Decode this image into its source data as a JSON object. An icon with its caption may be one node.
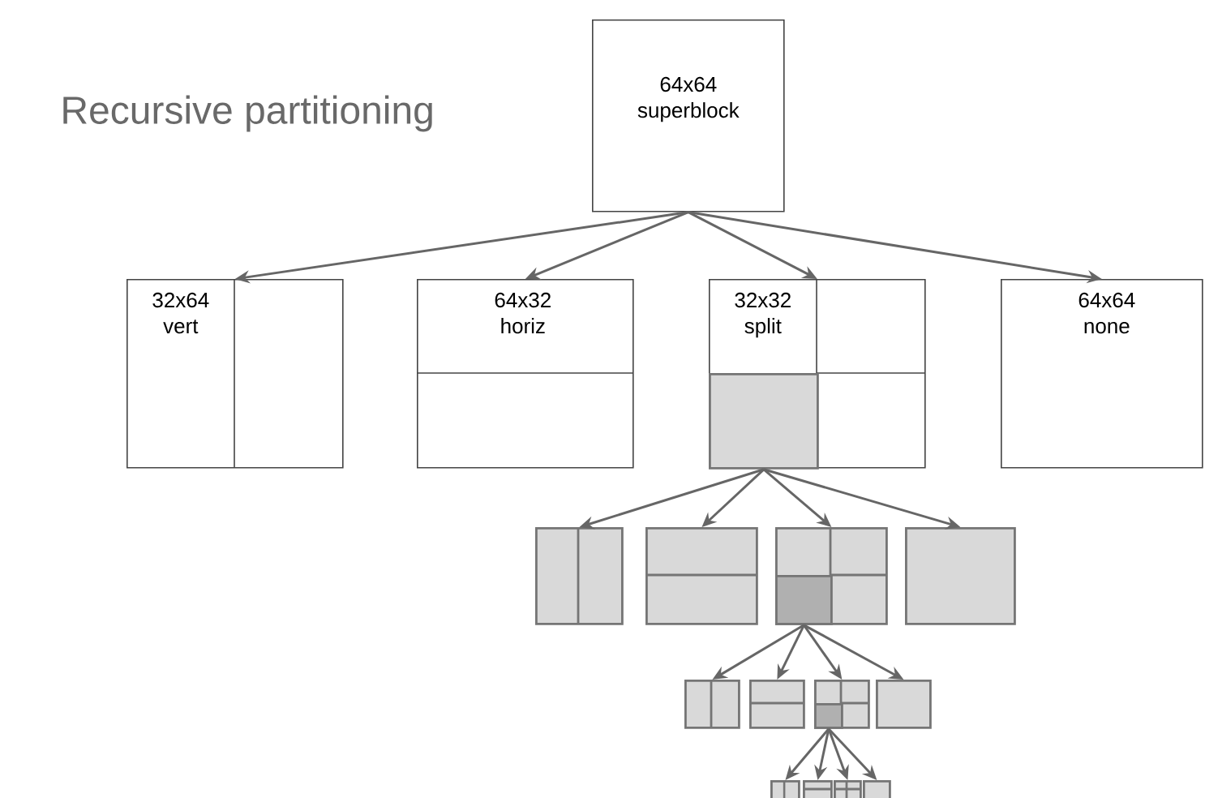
{
  "diagram": {
    "title": "Recursive partitioning",
    "nodes": [
      {
        "text": [
          "64x64 superblock"
        ]
      },
      {
        "text": [
          "32x64 vert"
        ]
      },
      {
        "text": [
          "64x32 horiz"
        ]
      },
      {
        "text": [
          "32x32 split"
        ]
      },
      {
        "text": [
          "64x64 none"
        ]
      },
      {
        "text": [],
        "shape": "box",
        "in": 3
      },
      {
        "text": [],
        "shape": "box"
      },
      {
        "text": [],
        "shape": "box"
      },
      {
        "text": [],
        "shape": "box"
      },
      {
        "text": [],
        "shape": "box",
        "in": 8
      },
      {
        "text": [],
        "shape": "box"
      },
      {
        "text": [],
        "shape": "box"
      },
      {
        "text": [],
        "shape": "box"
      },
      {
        "text": [],
        "shape": "box"
      },
      {
        "text": [],
        "shape": "box",
        "in": 13
      },
      {
        "text": [],
        "shape": "box"
      },
      {
        "text": [],
        "shape": "box"
      },
      {
        "text": [],
        "shape": "box"
      },
      {
        "text": [],
        "shape": "box"
      },
      {
        "text": [],
        "shape": "box"
      }
    ],
    "edges": [
      {
        "from": 0,
        "to": 1,
        "arrow": "to"
      },
      {
        "from": 0,
        "to": 2,
        "arrow": "to"
      },
      {
        "from": 0,
        "to": 3,
        "arrow": "to"
      },
      {
        "from": 0,
        "to": 4,
        "arrow": "to"
      },
      {
        "from": 5,
        "to": 6,
        "arrow": "to"
      },
      {
        "from": 5,
        "to": 7,
        "arrow": "to"
      },
      {
        "from": 5,
        "to": 8,
        "arrow": "to"
      },
      {
        "from": 5,
        "to": 10,
        "arrow": "to"
      },
      {
        "from": 9,
        "to": 11,
        "arrow": "to"
      },
      {
        "from": 9,
        "to": 12,
        "arrow": "to"
      },
      {
        "from": 9,
        "to": 13,
        "arrow": "to"
      },
      {
        "from": 9,
        "to": 15,
        "arrow": "to"
      },
      {
        "from": 14,
        "to": 16,
        "arrow": "to"
      },
      {
        "from": 14,
        "to": 17,
        "arrow": "to"
      },
      {
        "from": 14,
        "to": 18,
        "arrow": "to"
      },
      {
        "from": 14,
        "to": 19,
        "arrow": "to"
      }
    ]
  }
}
